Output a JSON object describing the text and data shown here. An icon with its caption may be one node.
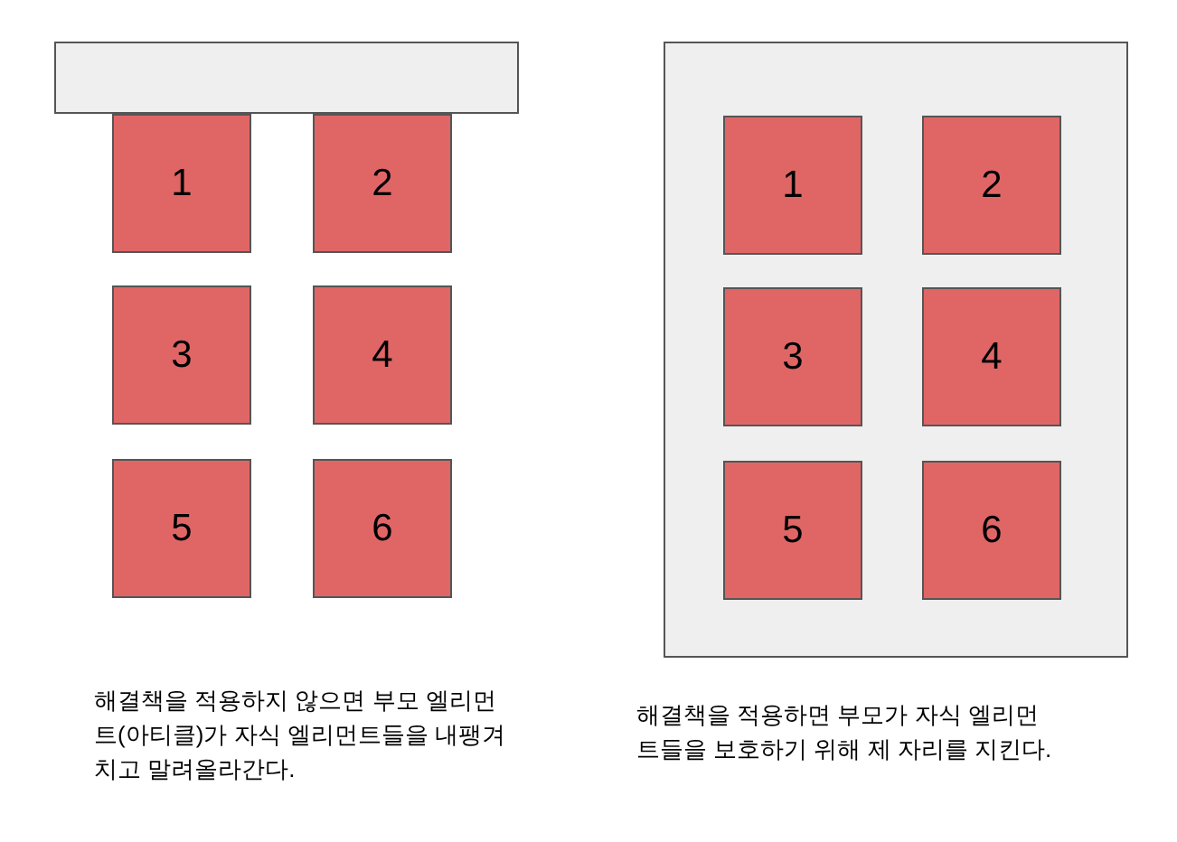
{
  "diagram": {
    "nodes": [
      {
        "text": [],
        "shape": "box"
      },
      {
        "text": [
          "1"
        ]
      },
      {
        "text": [
          "2"
        ]
      },
      {
        "text": [
          "3"
        ]
      },
      {
        "text": [
          "4"
        ]
      },
      {
        "text": [
          "5"
        ]
      },
      {
        "text": [
          "6"
        ]
      },
      {
        "text": [],
        "shape": "box"
      },
      {
        "text": [
          "1"
        ],
        "in": 7
      },
      {
        "text": [
          "2"
        ],
        "in": 7
      },
      {
        "text": [
          "3"
        ],
        "in": 7
      },
      {
        "text": [
          "4"
        ],
        "in": 7
      },
      {
        "text": [
          "5"
        ],
        "in": 7
      },
      {
        "text": [
          "6"
        ],
        "in": 7
      }
    ],
    "edges": [],
    "labels": [
      "해결책을 적용하지 않으면 부모 엘리먼트(아티클)가 자식 엘리먼트들을 내팽겨치고 말려올라간다.",
      "해결책을 적용하면 부모가 자식 엘리먼트들을 보호하기 위해 제 자리를 지킨다."
    ]
  }
}
